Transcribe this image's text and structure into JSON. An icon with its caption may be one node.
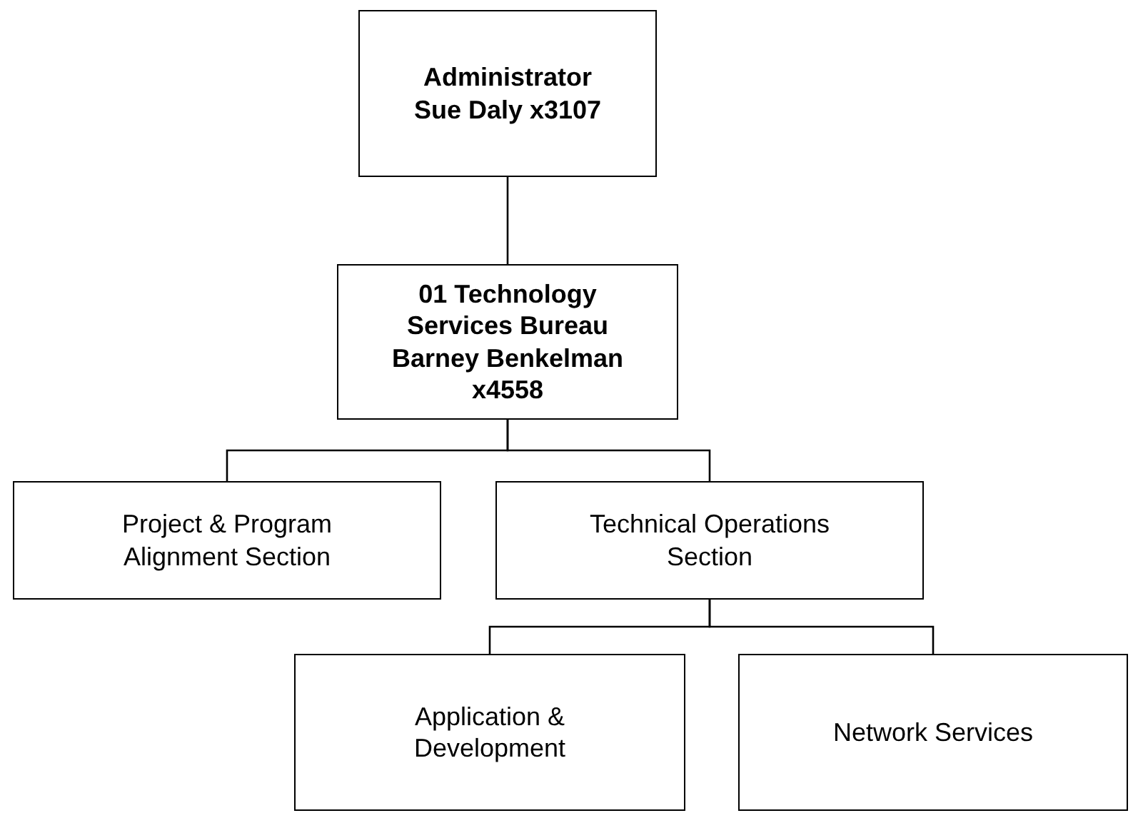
{
  "diagram": {
    "nodes": [
      {
        "text": [
          "Administrator",
          "Sue Daly x3107"
        ]
      },
      {
        "text": [
          "01 Technology Services Bureau",
          "Barney Benkelman x4558"
        ]
      },
      {
        "text": [
          "Project & Program Alignment Section"
        ]
      },
      {
        "text": [
          "Technical Operations Section"
        ]
      },
      {
        "text": [
          "Application & Development"
        ]
      },
      {
        "text": [
          "Network Services"
        ]
      }
    ],
    "edges": [
      {
        "from": 0,
        "to": 1,
        "arrow": "none"
      },
      {
        "from": 1,
        "to": 2,
        "arrow": "none"
      },
      {
        "from": 1,
        "to": 3,
        "arrow": "none"
      },
      {
        "from": 3,
        "to": 4,
        "arrow": "none"
      },
      {
        "from": 3,
        "to": 5,
        "arrow": "none"
      }
    ]
  }
}
